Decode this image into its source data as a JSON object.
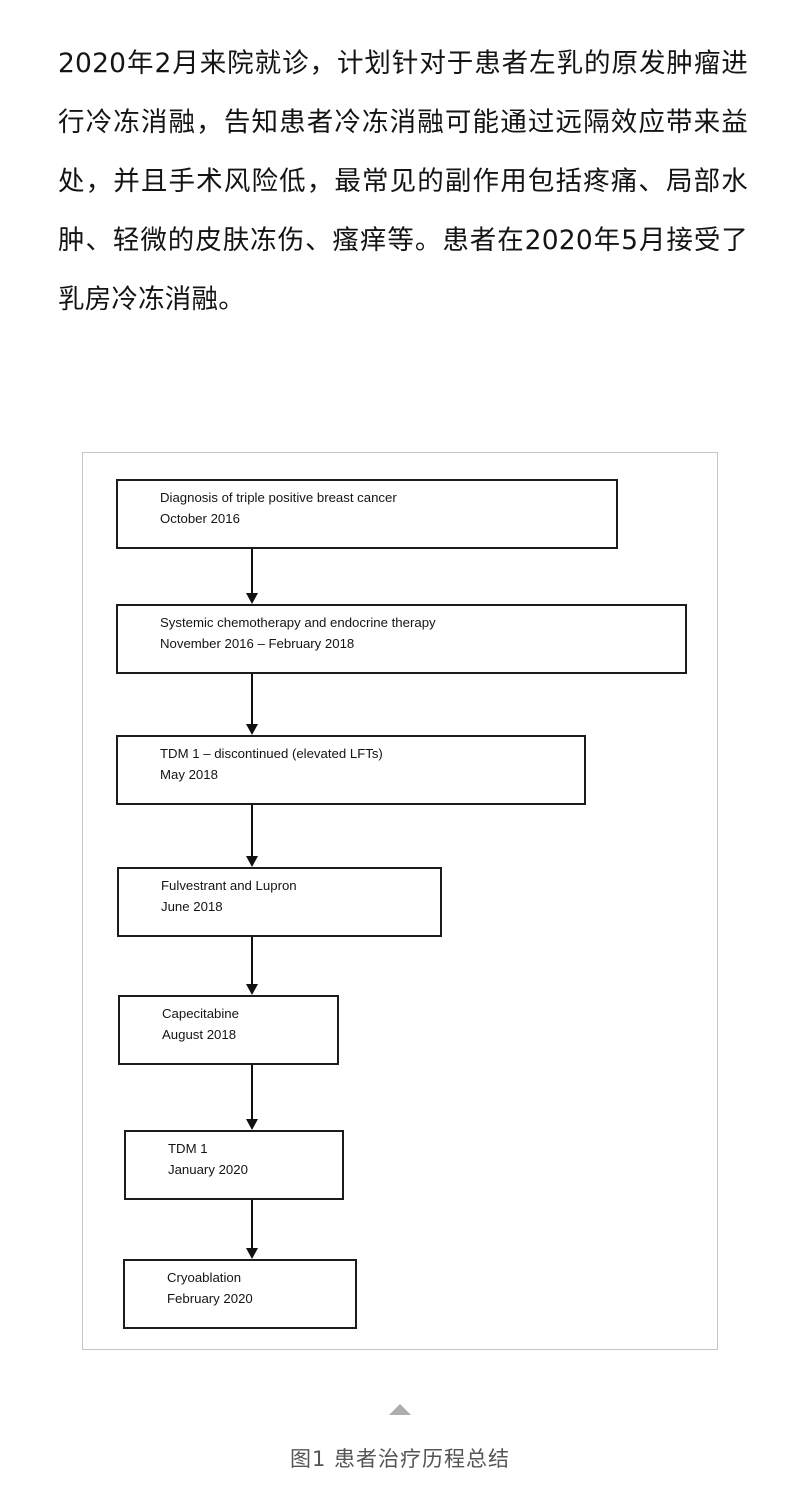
{
  "article": {
    "paragraph": "2020年2月来院就诊，计划针对于患者左乳的原发肿瘤进行冷冻消融，告知患者冷冻消融可能通过远隔效应带来益处，并且手术风险低，最常见的副作用包括疼痛、局部水肿、轻微的皮肤冻伤、瘙痒等。患者在2020年5月接受了乳房冷冻消融。"
  },
  "figure": {
    "caption": "图1  患者治疗历程总结",
    "marker_icon": "triangle-up-icon",
    "marker_color": "#adadad",
    "border_color": "#c6c6c6"
  },
  "chart_data": {
    "type": "diagram",
    "title": "图1  患者治疗历程总结",
    "orientation": "vertical-flowchart",
    "node_border_color": "#1c1c1c",
    "arrow_color": "#111111",
    "nodes": [
      {
        "id": "node-1",
        "line1": "Diagnosis of triple positive breast cancer",
        "line2": "October 2016",
        "text": "Diagnosis of triple positive breast cancer\nOctober 2016"
      },
      {
        "id": "node-2",
        "line1": "Systemic chemotherapy and endocrine therapy",
        "line2": "November 2016 – February 2018",
        "text": "Systemic chemotherapy and endocrine therapy\nNovember 2016 – February 2018"
      },
      {
        "id": "node-3",
        "line1": "TDM 1 – discontinued (elevated LFTs)",
        "line2": "May 2018",
        "text": "TDM 1 – discontinued (elevated LFTs)\nMay 2018"
      },
      {
        "id": "node-4",
        "line1": "Fulvestrant and Lupron",
        "line2": "June 2018",
        "text": "Fulvestrant and Lupron\nJune 2018"
      },
      {
        "id": "node-5",
        "line1": "Capecitabine",
        "line2": "August 2018",
        "text": "Capecitabine\nAugust 2018"
      },
      {
        "id": "node-6",
        "line1": "TDM 1",
        "line2": "January 2020",
        "text": "TDM 1\nJanuary 2020"
      },
      {
        "id": "node-7",
        "line1": "Cryoablation",
        "line2": "February 2020",
        "text": "Cryoablation\nFebruary 2020"
      }
    ],
    "edges": [
      {
        "from": "node-1",
        "to": "node-2"
      },
      {
        "from": "node-2",
        "to": "node-3"
      },
      {
        "from": "node-3",
        "to": "node-4"
      },
      {
        "from": "node-4",
        "to": "node-5"
      },
      {
        "from": "node-5",
        "to": "node-6"
      },
      {
        "from": "node-6",
        "to": "node-7"
      }
    ]
  }
}
